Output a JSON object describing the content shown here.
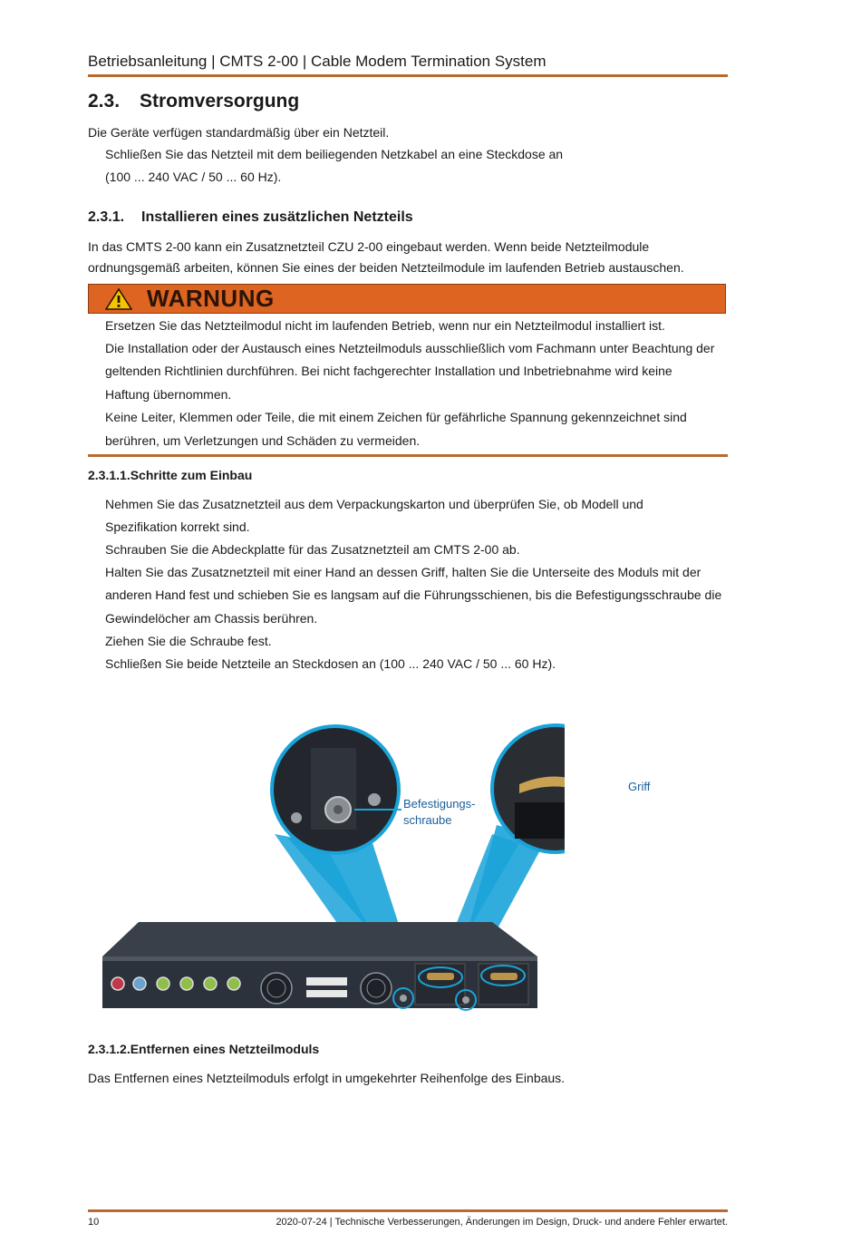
{
  "header": {
    "title": "Betriebsanleitung | CMTS 2-00 | Cable Modem Termination System"
  },
  "section_2_3": {
    "number": "2.3.",
    "title": "Stromversorgung",
    "intro": "Die Geräte verfügen standardmäßig über ein Netzteil.",
    "step_line1": "Schließen Sie das Netzteil mit dem beiliegenden Netzkabel an eine Steckdose an",
    "step_line2": "(100 ... 240 VAC / 50 ... 60 Hz)."
  },
  "section_2_3_1": {
    "number": "2.3.1.",
    "title": "Installieren eines zusätzlichen Netzteils",
    "para_line1": "In das CMTS 2-00 kann ein Zusatznetzteil CZU 2-00 eingebaut werden. Wenn beide Netzteilmodule",
    "para_line2": "ordnungsgemäß arbeiten, können Sie eines der beiden Netzteilmodule im laufenden Betrieb austauschen."
  },
  "warning": {
    "label": "WARNUNG",
    "lines": [
      "Ersetzen Sie das Netzteilmodul nicht im laufenden Betrieb, wenn nur ein Netzteilmodul installiert ist.",
      "Die Installation oder der Austausch eines Netzteilmoduls ausschließlich vom Fachmann unter Beachtung der",
      "geltenden Richtlinien durchführen. Bei nicht fachgerechter Installation und Inbetriebnahme wird keine",
      "Haftung übernommen.",
      "Keine Leiter, Klemmen oder Teile, die mit einem Zeichen für gefährliche Spannung gekennzeichnet sind",
      "berühren, um Verletzungen und Schäden zu vermeiden."
    ]
  },
  "section_2_3_1_1": {
    "number": "2.3.1.1.",
    "title": "Schritte zum Einbau",
    "lines": [
      "Nehmen Sie das Zusatznetzteil aus dem Verpackungskarton und überprüfen Sie, ob Modell und",
      "Spezifikation korrekt sind.",
      "Schrauben Sie die Abdeckplatte für das Zusatznetzteil am CMTS 2-00 ab.",
      "Halten Sie das Zusatznetzteil mit einer Hand an dessen Griff, halten Sie die Unterseite des Moduls mit der",
      "anderen Hand fest und schieben Sie es langsam auf die Führungsschienen, bis die Befestigungsschraube die",
      "Gewindelöcher am Chassis berühren.",
      "Ziehen Sie die Schraube fest.",
      "Schließen Sie beide Netzteile an Steckdosen an (100 ... 240 VAC / 50 ... 60 Hz)."
    ]
  },
  "figure": {
    "label_screw_1": "Befestigungs-",
    "label_screw_2": "schraube",
    "label_handle": "Griff",
    "accent_color": "#1aa3d9"
  },
  "section_2_3_1_2": {
    "number": "2.3.1.2.",
    "title": "Entfernen eines Netzteilmoduls",
    "para": "Das Entfernen eines Netzteilmoduls erfolgt in umgekehrter Reihenfolge des Einbaus."
  },
  "footer": {
    "page": "10",
    "note": "2020-07-24 | Technische Verbesserungen, Änderungen im Design, Druck- und andere Fehler erwartet."
  },
  "colors": {
    "rule": "#b86a31",
    "warning_bg": "#dd6421"
  }
}
